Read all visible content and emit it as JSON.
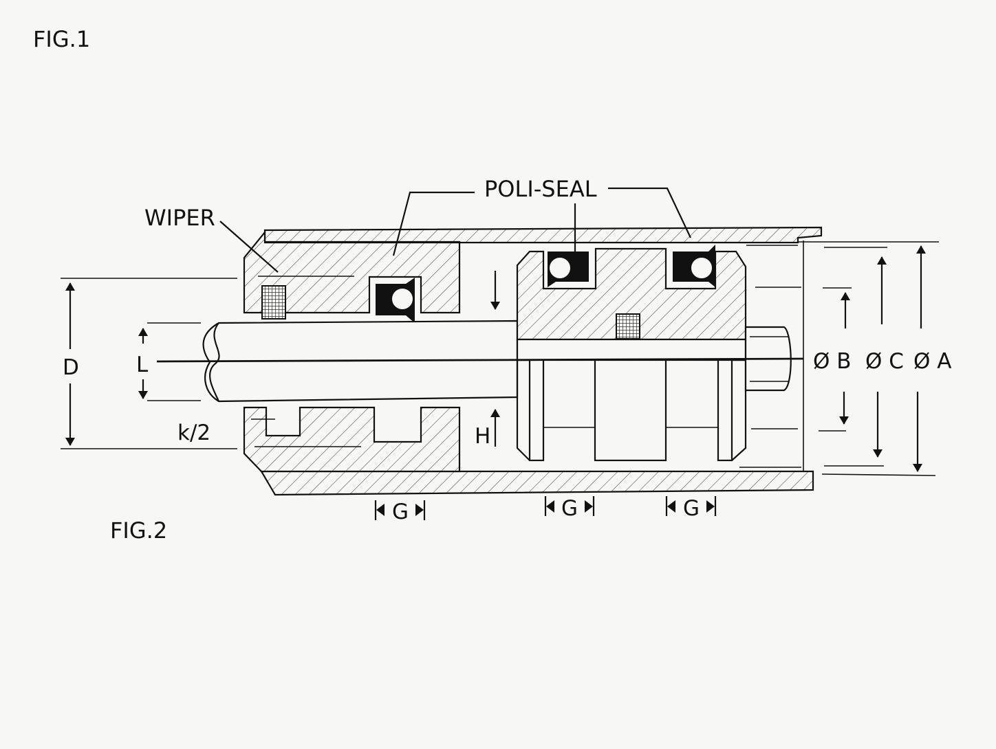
{
  "figure_labels": {
    "fig1": "FIG.1",
    "fig2": "FIG.2"
  },
  "callouts": {
    "wiper": "WIPER",
    "poli_seal": "POLI-SEAL"
  },
  "dimensions": {
    "D": "D",
    "L": "L",
    "k_half": "k/2",
    "H": "H",
    "G_left": "G",
    "G_mid": "G",
    "G_right": "G",
    "diameter_B": "Ø B",
    "diameter_C": "Ø C",
    "diameter_A": "Ø A"
  }
}
